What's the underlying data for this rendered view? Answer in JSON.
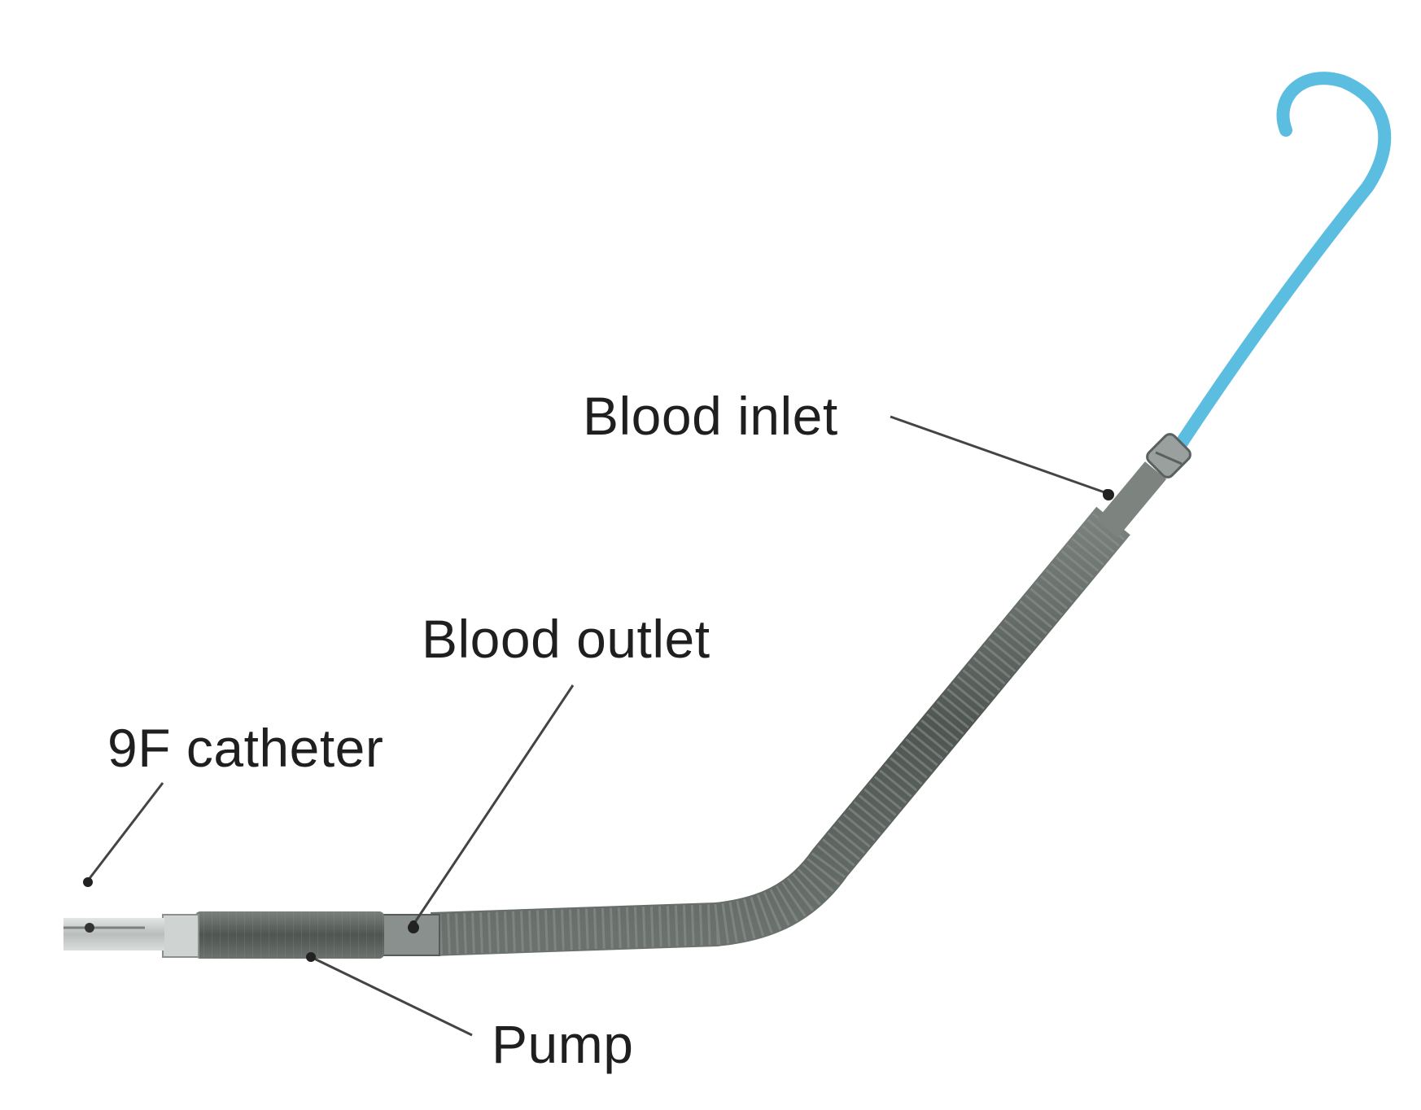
{
  "labels": {
    "blood_inlet": "Blood inlet",
    "blood_outlet": "Blood outlet",
    "catheter": "9F catheter",
    "pump": "Pump"
  },
  "colors": {
    "pigtail": "#5bbde0",
    "pump_body": "#5c6360",
    "pump_stripe": "#8e9590",
    "catheter": "#c8cccb",
    "leader_line": "#444444"
  }
}
